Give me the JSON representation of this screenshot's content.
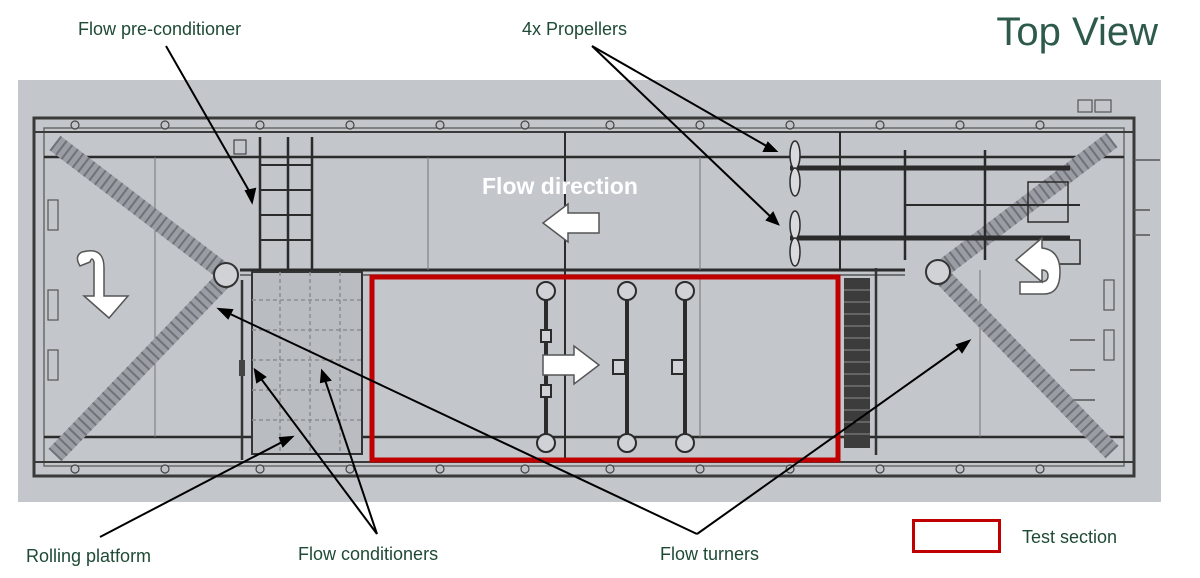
{
  "title": "Top View",
  "labels": {
    "flow_preconditioner": "Flow pre-conditioner",
    "propellers": "4x Propellers",
    "flow_direction": "Flow direction",
    "rolling_platform": "Rolling platform",
    "flow_conditioners": "Flow conditioners",
    "flow_turners": "Flow turners"
  },
  "legend": {
    "test_section": "Test section",
    "test_section_color": "#c00000"
  },
  "colors": {
    "background_panel": "#c3c6cb",
    "frame": "#3a3a3a",
    "text": "#1e4a36"
  }
}
